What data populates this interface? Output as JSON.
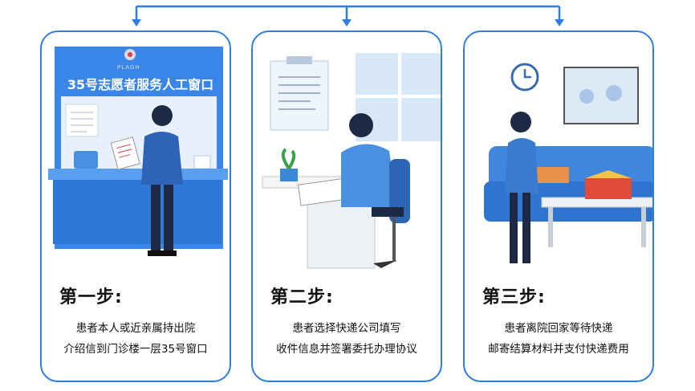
{
  "steps": [
    {
      "title": "第一步:",
      "lines": [
        "患者本人或近亲属持出院",
        "介绍信到门诊楼一层35号窗口"
      ],
      "window_sign": "35号志愿者服务人工窗口",
      "logo": "301 PLAGH"
    },
    {
      "title": "第二步:",
      "lines": [
        "患者选择快递公司填写",
        "收件信息并签署委托办理协议"
      ]
    },
    {
      "title": "第三步:",
      "lines": [
        "患者离院回家等待快递",
        "邮寄结算材料并支付快递费用"
      ]
    }
  ],
  "colors": {
    "accent": "#2f7de1",
    "window": "#3a86e8",
    "counter": "#2e78d8"
  }
}
